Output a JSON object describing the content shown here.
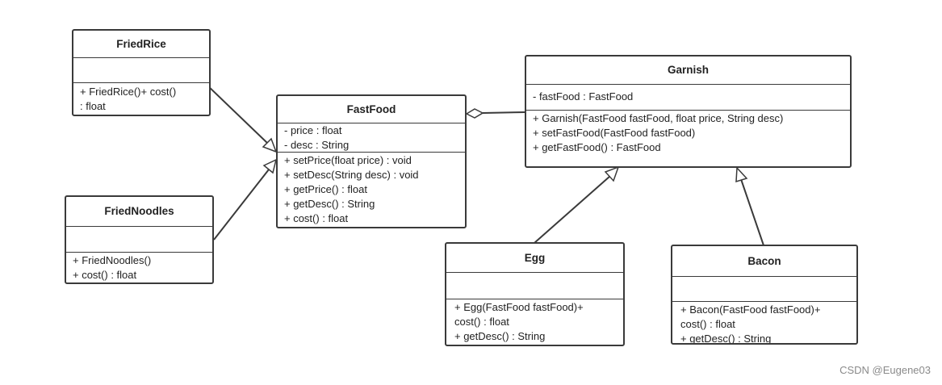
{
  "classes": {
    "fried_rice": {
      "name": "FriedRice",
      "attributes": [],
      "methods": [
        "+ FriedRice()+ cost()",
        ": float"
      ]
    },
    "fried_noodles": {
      "name": "FriedNoodles",
      "attributes": [],
      "methods": [
        "+ FriedNoodles()",
        "+ cost() : float"
      ]
    },
    "fast_food": {
      "name": "FastFood",
      "attributes": [
        "- price : float",
        "- desc : String"
      ],
      "methods": [
        "+ setPrice(float price) : void",
        "+ setDesc(String desc) : void",
        "+ getPrice() : float",
        "+ getDesc() : String",
        "+ cost() : float"
      ]
    },
    "garnish": {
      "name": "Garnish",
      "attributes": [
        "- fastFood : FastFood"
      ],
      "methods": [
        "+ Garnish(FastFood fastFood, float price, String desc)",
        "+ setFastFood(FastFood fastFood)",
        "+ getFastFood() : FastFood"
      ]
    },
    "egg": {
      "name": "Egg",
      "attributes": [],
      "methods": [
        "+ Egg(FastFood fastFood)+",
        "cost() : float",
        "+ getDesc() : String"
      ]
    },
    "bacon": {
      "name": "Bacon",
      "attributes": [],
      "methods": [
        "+ Bacon(FastFood fastFood)+",
        "cost() : float",
        "+ getDesc() : String"
      ]
    }
  },
  "relationships": [
    {
      "from": "fried_rice",
      "to": "fast_food",
      "type": "generalization"
    },
    {
      "from": "fried_noodles",
      "to": "fast_food",
      "type": "generalization"
    },
    {
      "from": "garnish",
      "to": "fast_food",
      "type": "aggregation"
    },
    {
      "from": "egg",
      "to": "garnish",
      "type": "generalization"
    },
    {
      "from": "bacon",
      "to": "garnish",
      "type": "generalization"
    }
  ],
  "watermark": "CSDN @Eugene03",
  "colors": {
    "line": "#3a3a3a",
    "background": "#ffffff",
    "watermark": "#8a8a8a"
  }
}
